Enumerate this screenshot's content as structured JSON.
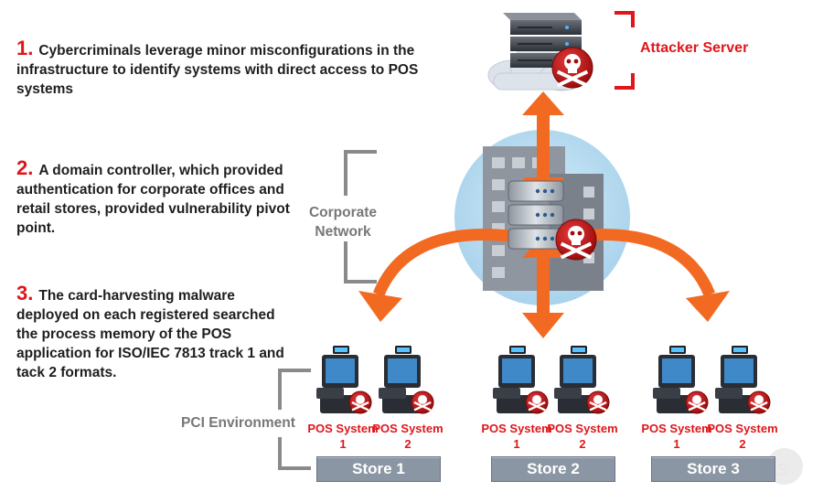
{
  "steps": [
    {
      "number": "1.",
      "text": "Cybercriminals leverage minor misconfigurations in the infrastructure to identify systems with direct access to POS systems"
    },
    {
      "number": "2.",
      "text": "A domain controller, which provided authentication for corporate offices and retail stores, provided vulnerability pivot point."
    },
    {
      "number": "3.",
      "text": "The card-harvesting malware deployed on each registered searched the process memory of the POS application for ISO/IEC 7813 track 1 and tack 2 formats."
    }
  ],
  "labels": {
    "attacker_server": "Attacker Server",
    "corporate_network": "Corporate Network",
    "pci_environment": "PCI Environment"
  },
  "stores": [
    {
      "name": "Store 1",
      "terminals": [
        "POS System 1",
        "POS System 2"
      ]
    },
    {
      "name": "Store 2",
      "terminals": [
        "POS System 1",
        "POS System 2"
      ]
    },
    {
      "name": "Store 3",
      "terminals": [
        "POS System 1",
        "POS System 2"
      ]
    }
  ],
  "colors": {
    "accent_red": "#e0161b",
    "arrow_orange": "#f26a22",
    "bracket_gray": "#8a8a8a",
    "network_circle": "#bfe0f2",
    "store_box": "#8b96a4"
  },
  "icons": [
    "server-stack-icon",
    "cloud-icon",
    "skull-crossbones-icon",
    "building-icon",
    "pos-terminal-icon"
  ]
}
